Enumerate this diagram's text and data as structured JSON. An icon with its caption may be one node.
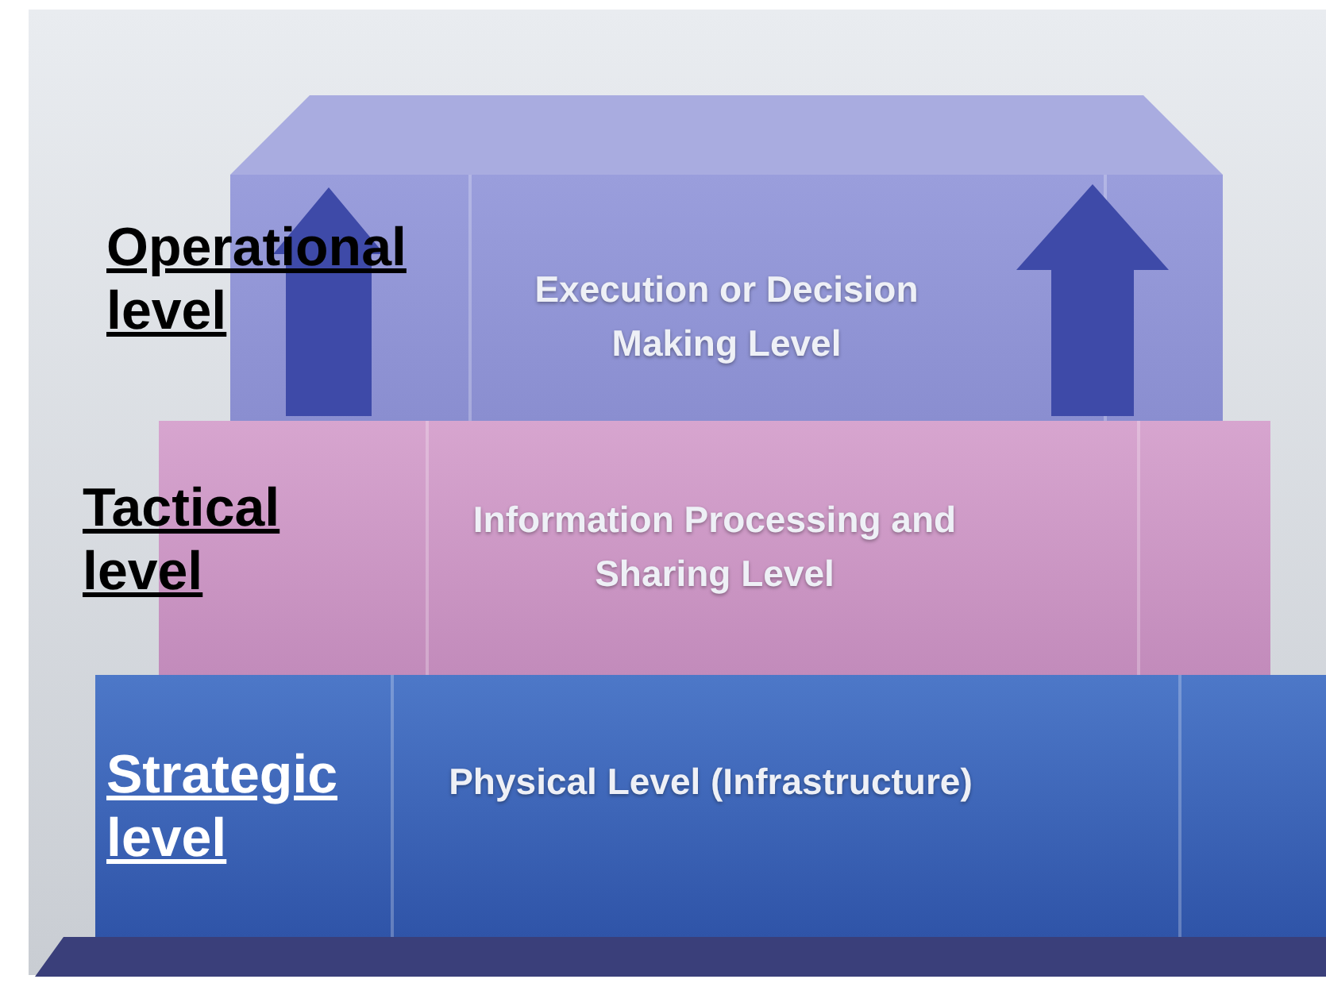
{
  "diagram": {
    "nodes": [
      {
        "text": [
          "Execution or Decision Making Level"
        ]
      },
      {
        "text": [
          "Information Processing and Sharing Level"
        ]
      },
      {
        "text": [
          "Physical Level (Infrastructure)"
        ]
      }
    ],
    "labels": [
      "Operational level",
      "Tactical level",
      "Strategic level"
    ]
  }
}
